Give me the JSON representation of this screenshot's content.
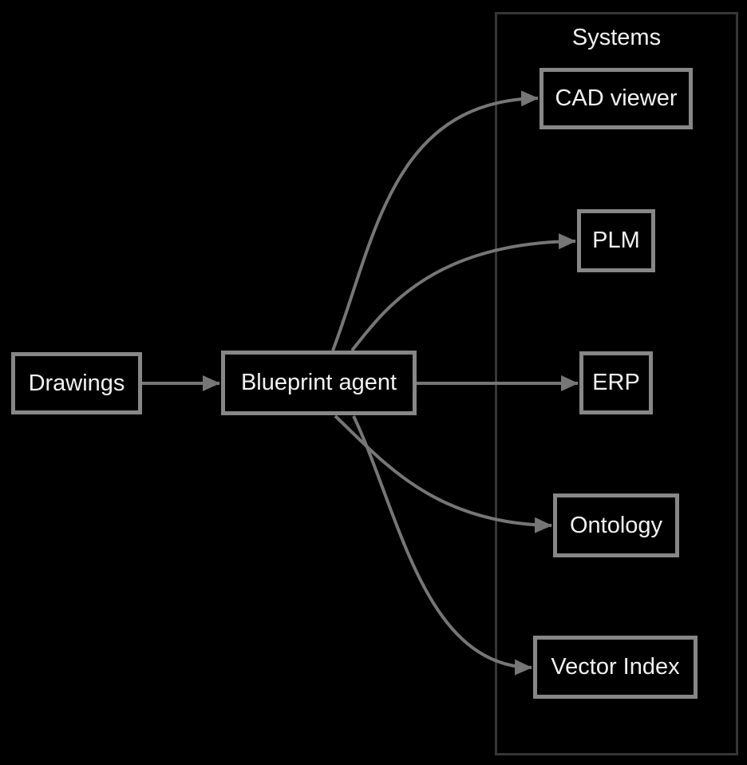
{
  "diagram": {
    "cluster": {
      "label": "Systems"
    },
    "nodes": {
      "drawings": {
        "label": "Drawings"
      },
      "agent": {
        "label": "Blueprint agent"
      },
      "cad": {
        "label": "CAD viewer"
      },
      "plm": {
        "label": "PLM"
      },
      "erp": {
        "label": "ERP"
      },
      "ontology": {
        "label": "Ontology"
      },
      "vector": {
        "label": "Vector Index"
      }
    },
    "edges": [
      {
        "from": "Drawings",
        "to": "Blueprint agent"
      },
      {
        "from": "Blueprint agent",
        "to": "CAD viewer"
      },
      {
        "from": "Blueprint agent",
        "to": "PLM"
      },
      {
        "from": "Blueprint agent",
        "to": "ERP"
      },
      {
        "from": "Blueprint agent",
        "to": "Ontology"
      },
      {
        "from": "Blueprint agent",
        "to": "Vector Index"
      }
    ],
    "colors": {
      "background": "#000000",
      "node_fill": "#000000",
      "node_border": "#878787",
      "cluster_border": "#363636",
      "edge": "#767676",
      "text": "#f2f2f2"
    }
  }
}
